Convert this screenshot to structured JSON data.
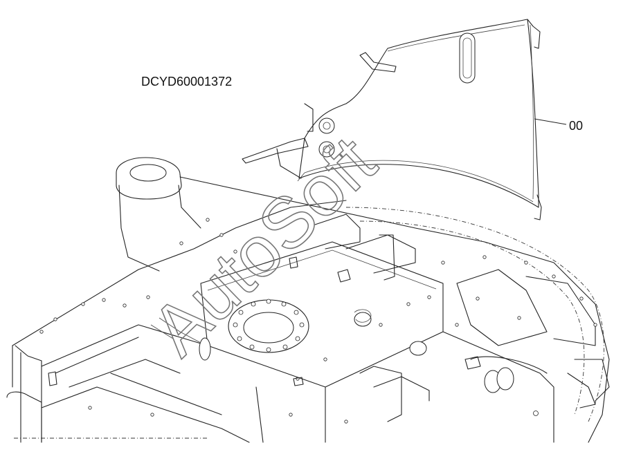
{
  "drawing": {
    "part_number": "DCYD60001372",
    "callout": "00",
    "watermark": "AutoSoft"
  }
}
